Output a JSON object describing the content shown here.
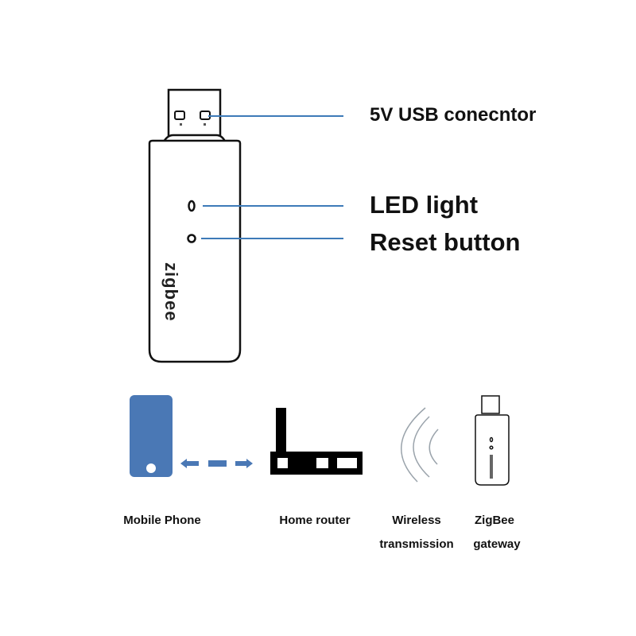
{
  "callouts": {
    "usb_connector": "5V USB conecntor",
    "led_light": "LED light",
    "reset_button": "Reset button"
  },
  "device_logo": "zigbee",
  "flow": {
    "mobile_phone": "Mobile Phone",
    "home_router": "Home router",
    "wireless_line1": "Wireless",
    "wireless_line2": "transmission",
    "gateway_line1": "ZigBee",
    "gateway_line2": "gateway"
  },
  "colors": {
    "callout_line": "#3d7ab8",
    "phone": "#4a78b5",
    "arrow": "#4a78b5",
    "waves": "#9aa3ab"
  }
}
